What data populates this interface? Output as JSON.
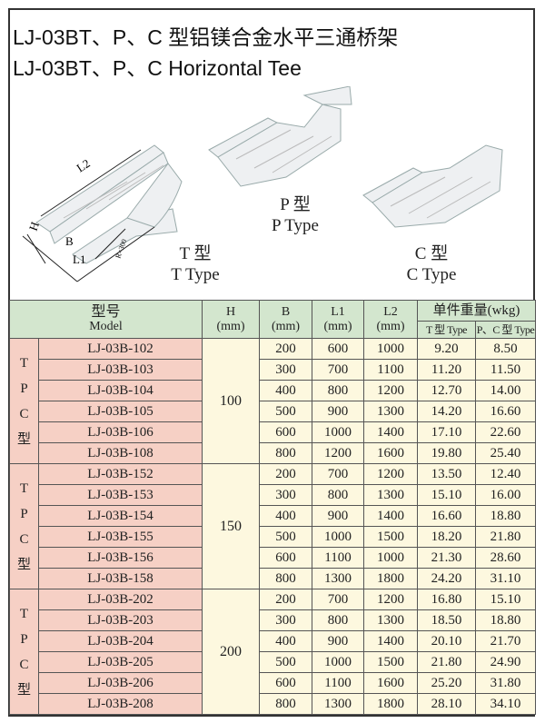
{
  "title_cn": "LJ-03BT、P、C 型铝镁合金水平三通桥架",
  "title_en": "LJ-03BT、P、C Horizontal Tee",
  "illustrations": {
    "t_type": {
      "cn": "T 型",
      "en": "T Type",
      "dims": {
        "l2": "L2",
        "h": "H",
        "b": "B",
        "l1": "L1",
        "r": "R=300"
      }
    },
    "p_type": {
      "cn": "P 型",
      "en": "P Type"
    },
    "c_type": {
      "cn": "C 型",
      "en": "C Type"
    }
  },
  "table": {
    "headers": {
      "model_cn": "型号",
      "model_en": "Model",
      "h": "H",
      "b": "B",
      "l1": "L1",
      "l2": "L2",
      "unit": "(mm)",
      "weight": "单件重量(wkg)",
      "t_type": "T 型 Type",
      "pc_type": "P、C 型 Type"
    },
    "groups": [
      {
        "label": [
          "T",
          "P",
          "C",
          "型"
        ],
        "h": "100",
        "rows": [
          [
            "LJ-03B-102",
            "200",
            "600",
            "1000",
            "9.20",
            "8.50"
          ],
          [
            "LJ-03B-103",
            "300",
            "700",
            "1100",
            "11.20",
            "11.50"
          ],
          [
            "LJ-03B-104",
            "400",
            "800",
            "1200",
            "12.70",
            "14.00"
          ],
          [
            "LJ-03B-105",
            "500",
            "900",
            "1300",
            "14.20",
            "16.60"
          ],
          [
            "LJ-03B-106",
            "600",
            "1000",
            "1400",
            "17.10",
            "22.60"
          ],
          [
            "LJ-03B-108",
            "800",
            "1200",
            "1600",
            "19.80",
            "25.40"
          ]
        ]
      },
      {
        "label": [
          "T",
          "P",
          "C",
          "型"
        ],
        "h": "150",
        "rows": [
          [
            "LJ-03B-152",
            "200",
            "700",
            "1200",
            "13.50",
            "12.40"
          ],
          [
            "LJ-03B-153",
            "300",
            "800",
            "1300",
            "15.10",
            "16.00"
          ],
          [
            "LJ-03B-154",
            "400",
            "900",
            "1400",
            "16.60",
            "18.80"
          ],
          [
            "LJ-03B-155",
            "500",
            "1000",
            "1500",
            "18.20",
            "21.80"
          ],
          [
            "LJ-03B-156",
            "600",
            "1100",
            "1000",
            "21.30",
            "28.60"
          ],
          [
            "LJ-03B-158",
            "800",
            "1300",
            "1800",
            "24.20",
            "31.10"
          ]
        ]
      },
      {
        "label": [
          "T",
          "P",
          "C",
          "型"
        ],
        "h": "200",
        "rows": [
          [
            "LJ-03B-202",
            "200",
            "700",
            "1200",
            "16.80",
            "15.10"
          ],
          [
            "LJ-03B-203",
            "300",
            "800",
            "1300",
            "18.50",
            "18.80"
          ],
          [
            "LJ-03B-204",
            "400",
            "900",
            "1400",
            "20.10",
            "21.70"
          ],
          [
            "LJ-03B-205",
            "500",
            "1000",
            "1500",
            "21.80",
            "24.90"
          ],
          [
            "LJ-03B-206",
            "600",
            "1100",
            "1600",
            "25.20",
            "31.80"
          ],
          [
            "LJ-03B-208",
            "800",
            "1300",
            "1800",
            "28.10",
            "34.10"
          ]
        ]
      }
    ]
  }
}
